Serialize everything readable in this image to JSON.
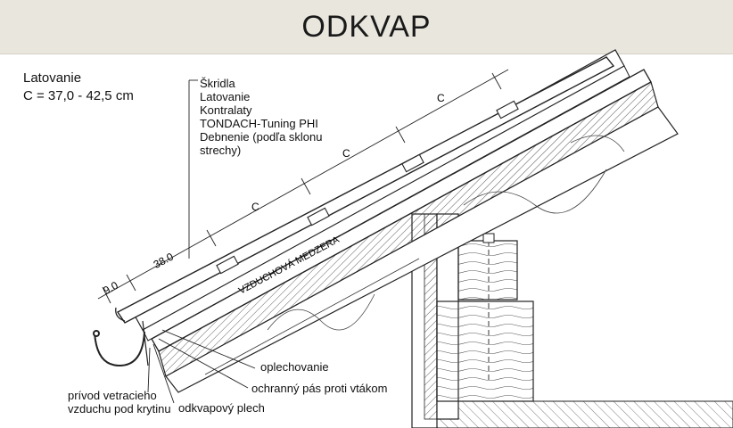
{
  "title": "ODKVAP",
  "batten": {
    "heading": "Latovanie",
    "formula": "C =  37,0 - 42,5 cm"
  },
  "layers": [
    "Škridla",
    "Latovanie",
    "Kontralaty",
    "TONDACH-Tuning PHI",
    "Debnenie (podľa sklonu",
    "strechy)"
  ],
  "dimensions": {
    "d1": "9.0",
    "d2": "38.0",
    "spacing": "C"
  },
  "gap_label": "VZDUCHOVÁ MEDZERA",
  "callouts": {
    "flashing": "oplechovanie",
    "bird_strip": "ochranný pás proti vtákom",
    "eaves_sheet": "odkvapový plech",
    "air_inlet_1": "prívod vetracieho",
    "air_inlet_2": "vzduchu pod krytinu"
  }
}
